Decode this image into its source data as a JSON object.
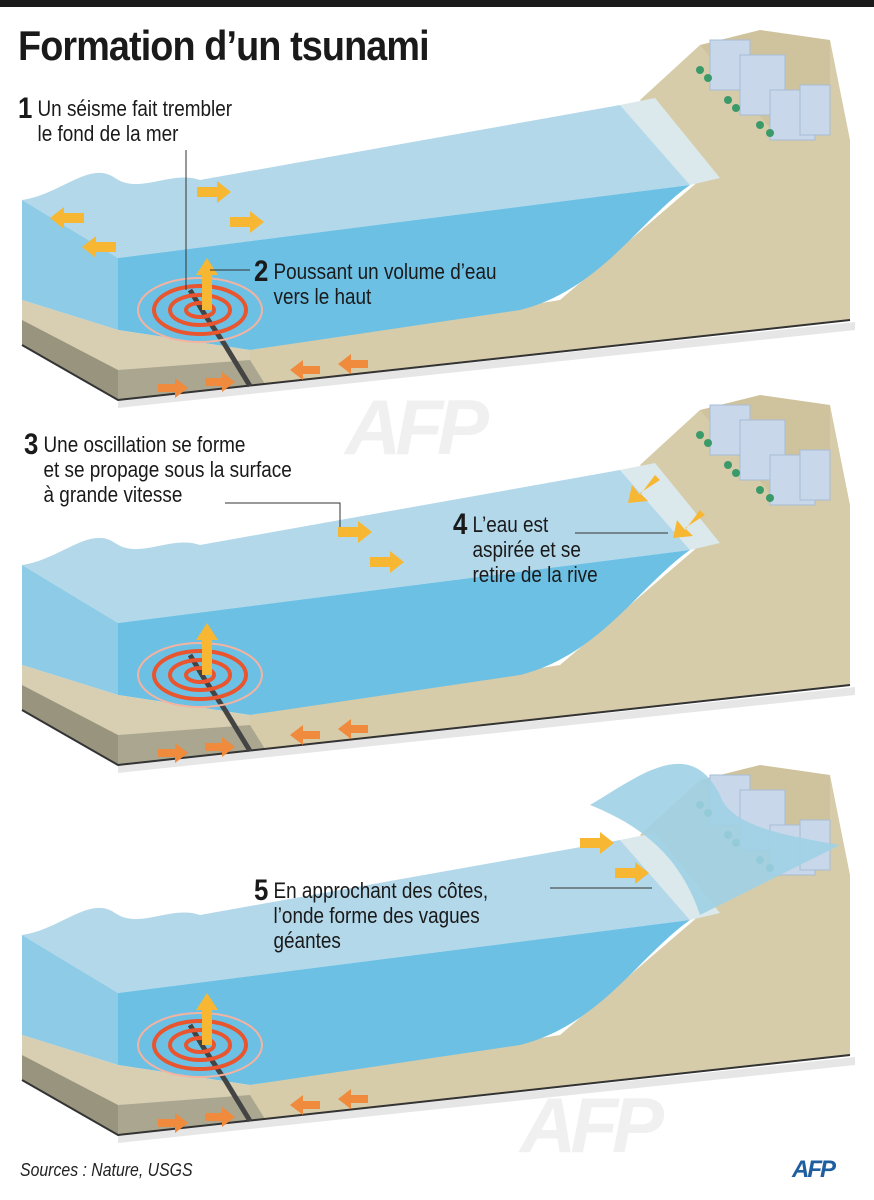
{
  "title": "Formation d’un tsunami",
  "steps": [
    {
      "num": "1",
      "lines": [
        "Un séisme fait trembler",
        "le fond de la mer"
      ]
    },
    {
      "num": "2",
      "lines": [
        "Poussant un volume d’eau",
        "vers le haut"
      ]
    },
    {
      "num": "3",
      "lines": [
        "Une oscillation se forme",
        "et se propage sous la surface",
        "à grande vitesse"
      ]
    },
    {
      "num": "4",
      "lines": [
        "L’eau est",
        "aspirée et se",
        "retire de la rive"
      ]
    },
    {
      "num": "5",
      "lines": [
        "En approchant des côtes,",
        "l’onde forme des vagues",
        "géantes"
      ]
    }
  ],
  "sources": "Sources : Nature, USGS",
  "logo": "AFP",
  "watermark": "AFP",
  "colors": {
    "water_top": "#b3d8ea",
    "water_front": "#6cc0e4",
    "sand": "#d6ccaa",
    "rock": "#a8a48e",
    "arrow_yellow": "#f7b733",
    "arrow_orange": "#f08a3c",
    "quake": "#e8552e",
    "logo": "#1f5fa0"
  }
}
